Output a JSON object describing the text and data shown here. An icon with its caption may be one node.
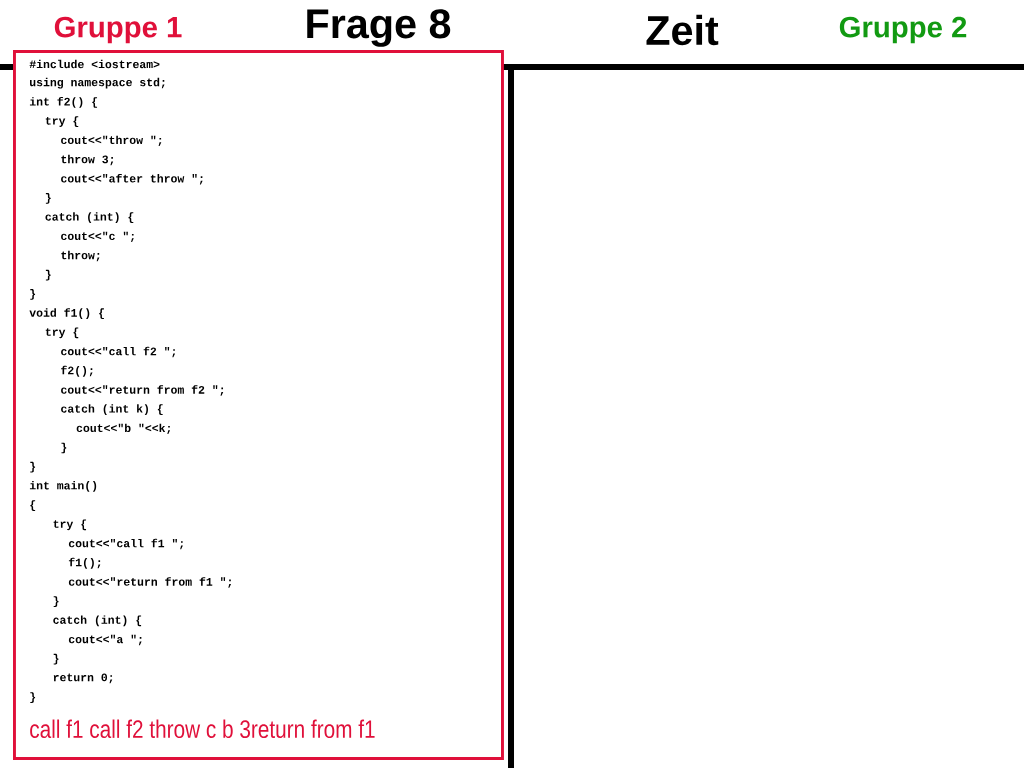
{
  "diagram": {
    "title": "Frage 8",
    "nodes": [
      {
        "text": [
          "#include <iostream>",
          "using namespace std;",
          "int f2() {",
          "try {",
          "cout<<\"throw \";",
          "throw 3;",
          "cout<<\"after throw \";",
          "}",
          "catch (int) {",
          "cout<<\"c \";",
          "throw;",
          "}",
          "}",
          "void f1() {",
          "try {",
          "cout<<\"call f2 \";",
          "f2();",
          "cout<<\"return from f2 \";",
          "catch (int k) {",
          "cout<<\"b \"<<k;",
          "}",
          "}",
          "int main()",
          "{",
          "try {",
          "cout<<\"call f1 \";",
          "f1();",
          "cout<<\"return from f1 \";",
          "}",
          "catch (int) {",
          "cout<<\"a \";",
          "}",
          "return 0;",
          "}",
          "call f1 call f2 throw c b 3return from f1"
        ]
      }
    ],
    "labels": [
      "Gruppe 1",
      "Zeit",
      "Gruppe 2"
    ]
  }
}
